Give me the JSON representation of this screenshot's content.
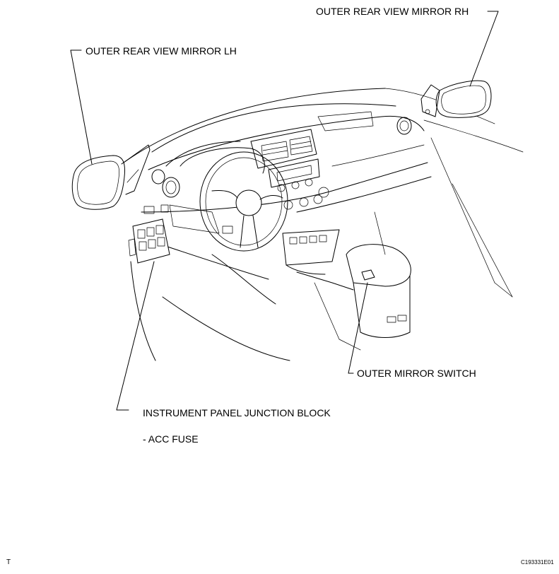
{
  "labels": {
    "mirror_rh": "OUTER REAR VIEW MIRROR RH",
    "mirror_lh": "OUTER REAR VIEW MIRROR LH",
    "mirror_switch": "OUTER MIRROR SWITCH",
    "junction_block": "INSTRUMENT PANEL JUNCTION BLOCK",
    "acc_fuse": "- ACC FUSE"
  },
  "footer": {
    "left_code": "T",
    "figure_id": "C193331E01"
  }
}
